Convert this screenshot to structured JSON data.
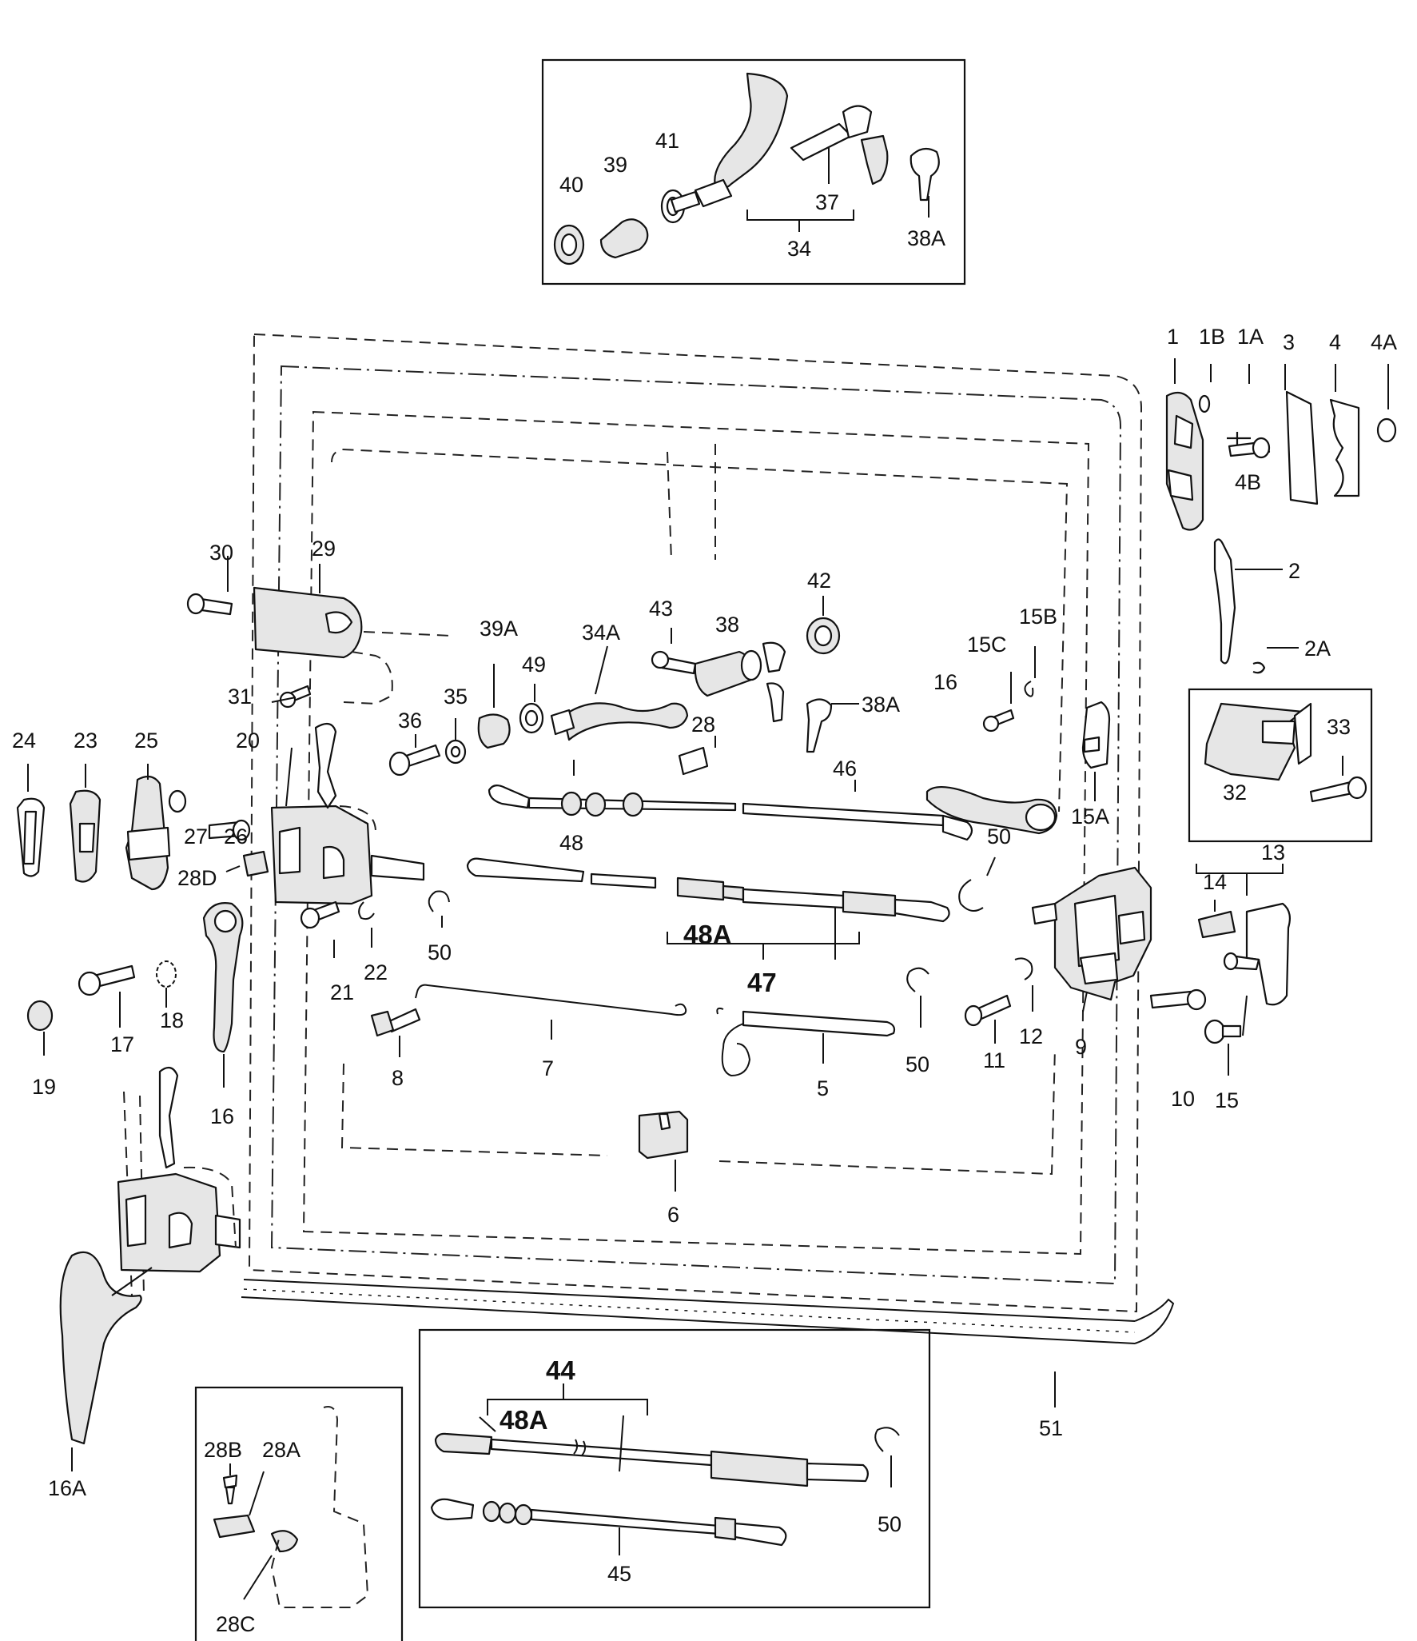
{
  "labels": {
    "p1": "1",
    "p1b": "1B",
    "p1a": "1A",
    "p3": "3",
    "p4": "4",
    "p4a": "4A",
    "p4b": "4B",
    "p2": "2",
    "p2a": "2A",
    "p15b": "15B",
    "p15c": "15C",
    "p16_right": "16",
    "p15a": "15A",
    "p32": "32",
    "p33": "33",
    "p13": "13",
    "p14": "14",
    "p9": "9",
    "p10": "10",
    "p11": "11",
    "p12": "12",
    "p15": "15",
    "p50_right": "50",
    "p50_mid": "50",
    "p50_left": "50",
    "p50_box": "50",
    "p42": "42",
    "p43": "43",
    "p38": "38",
    "p38a_mid": "38A",
    "p34a": "34A",
    "p39a": "39A",
    "p49": "49",
    "p35": "35",
    "p36": "36",
    "p28": "28",
    "p46": "46",
    "p48": "48",
    "p48a": "48A",
    "p47": "47",
    "p29": "29",
    "p30": "30",
    "p31": "31",
    "p20": "20",
    "p24": "24",
    "p23": "23",
    "p25": "25",
    "p27": "27",
    "p26": "26",
    "p28d": "28D",
    "p21": "21",
    "p22": "22",
    "p17": "17",
    "p18": "18",
    "p19": "19",
    "p16_left": "16",
    "p8": "8",
    "p7": "7",
    "p5": "5",
    "p6": "6",
    "p51": "51",
    "p16a": "16A",
    "p28b": "28B",
    "p28a": "28A",
    "p28c": "28C",
    "p44": "44",
    "p48a_box": "48A",
    "p45": "45",
    "p40": "40",
    "p39": "39",
    "p41": "41",
    "p37": "37",
    "p34": "34",
    "p38a_top": "38A"
  }
}
